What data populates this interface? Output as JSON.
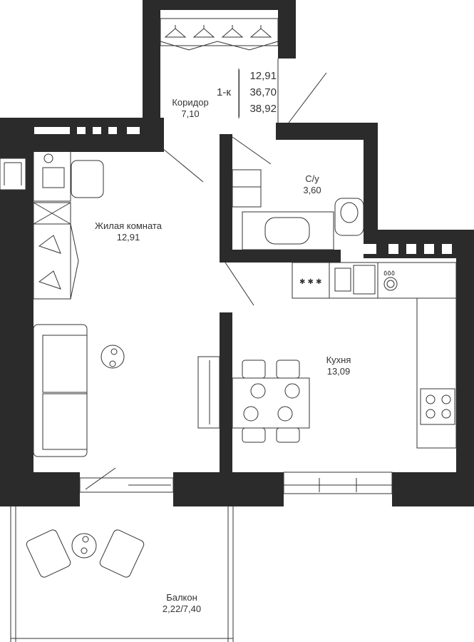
{
  "summary": {
    "type": "1-к",
    "living_area": "12,91",
    "total_area": "36,70",
    "total_with_balcony": "38,92"
  },
  "rooms": {
    "corridor": {
      "name": "Коридор",
      "area": "7,10"
    },
    "bathroom": {
      "name": "С/у",
      "area": "3,60"
    },
    "living_room": {
      "name": "Жилая комната",
      "area": "12,91"
    },
    "kitchen": {
      "name": "Кухня",
      "area": "13,09"
    },
    "balcony": {
      "name": "Балкон",
      "area": "2,22/7,40"
    }
  },
  "colors": {
    "wall": "#2b2b2b",
    "line": "#333333",
    "background": "#ffffff"
  }
}
